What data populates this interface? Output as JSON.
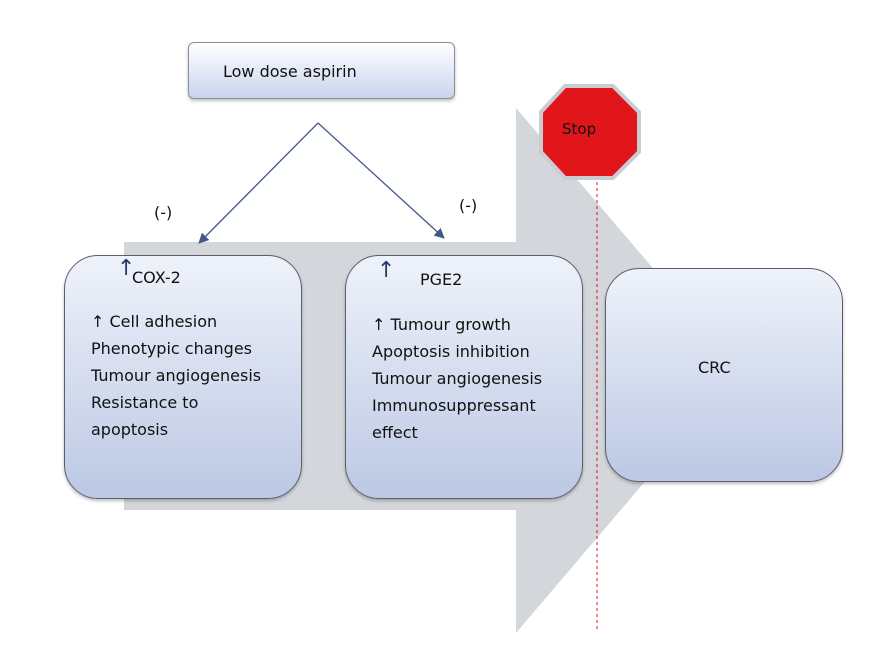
{
  "inhibitor": {
    "label": "Low dose aspirin"
  },
  "inhibition_labels": [
    "(-)",
    "(-)"
  ],
  "cox2": {
    "arrow": "↑",
    "title": "COX-2",
    "effects": [
      "↑ Cell adhesion",
      "Phenotypic changes",
      "Tumour angiogenesis",
      "Resistance to",
      "apoptosis"
    ]
  },
  "pge2": {
    "arrow": "↑",
    "title": "PGE2",
    "effects": [
      "↑ Tumour growth",
      "Apoptosis inhibition",
      "Tumour angiogenesis",
      "Immunosuppressant",
      "effect"
    ]
  },
  "outcome": {
    "label": "CRC"
  },
  "stop_sign": {
    "label": "Stop",
    "color": "#e0161b"
  },
  "colors": {
    "big_arrow": "#d3d6db",
    "connector": "#3f5a86",
    "dashed_line": "#e0161b"
  }
}
